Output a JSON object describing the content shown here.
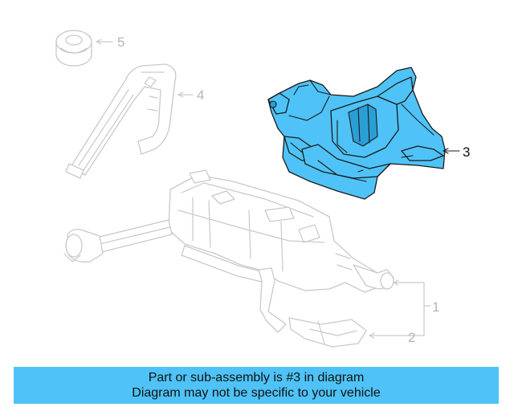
{
  "callouts": {
    "c1": "1",
    "c2": "2",
    "c3": "3",
    "c4": "4",
    "c5": "5"
  },
  "colors": {
    "highlight": "#4fc3f7",
    "ghost_outline": "#c9c9c9",
    "callout_grey": "#b5b5b5"
  },
  "banner": {
    "line1": "Part or sub-assembly is #3 in diagram",
    "line2": "Diagram may not be specific to your vehicle"
  }
}
